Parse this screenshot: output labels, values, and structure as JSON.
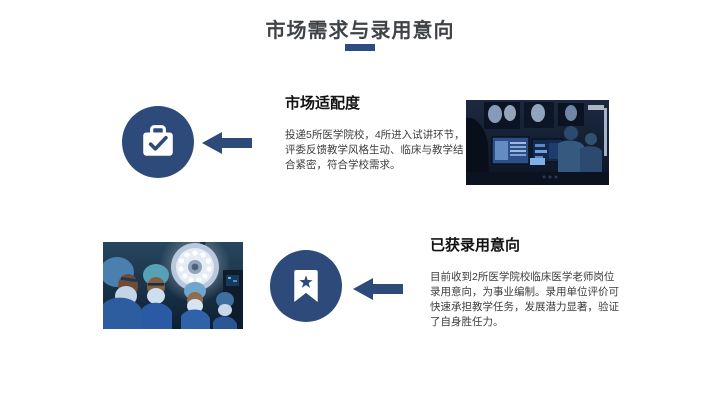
{
  "slide": {
    "title": "市场需求与录用意向",
    "background_color": "#ffffff",
    "accent_color": "#2d4a7b",
    "title_color": "#3f4347"
  },
  "sections": [
    {
      "heading": "市场适配度",
      "body": "投递5所医学院校，4所进入试讲环节，评委反馈教学风格生动、临床与教学结合紧密，符合学校需求。",
      "icon": "briefcase-check-icon",
      "arrow_icon": "left-arrow-icon",
      "photo": "control-room-photo"
    },
    {
      "heading": "已获录用意向",
      "body": "目前收到2所医学院校临床医学老师岗位录用意向，为事业编制。录用单位评价可快速承担教学任务，发展潜力显著，验证了自身胜任力。",
      "icon": "bookmark-star-icon",
      "arrow_icon": "left-arrow-icon",
      "photo": "surgery-photo"
    }
  ]
}
